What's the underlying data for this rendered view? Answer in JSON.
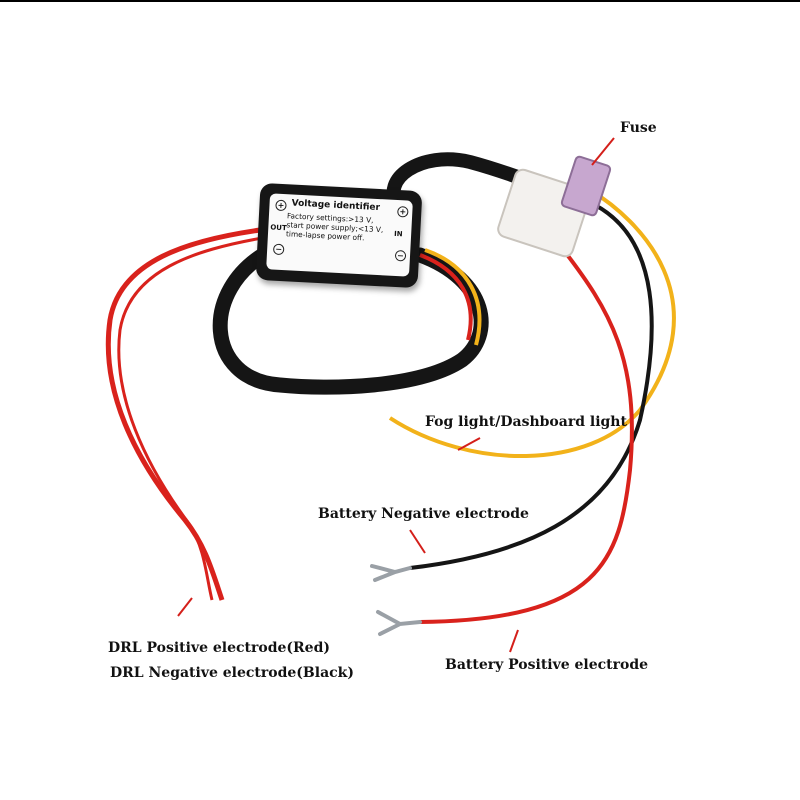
{
  "labels": {
    "fuse": "Fuse",
    "fog_light": "Fog light/Dashboard light",
    "battery_negative": "Battery Negative electrode",
    "battery_positive": "Battery Positive electrode",
    "drl_positive": "DRL Positive electrode(Red)",
    "drl_negative": "DRL Negative electrode(Black)"
  },
  "module": {
    "title": "Voltage identifier",
    "lines": [
      "Factory settings:>13 V,",
      "start power supply;<13 V,",
      "time-lapse power off."
    ],
    "out_label": "OUT",
    "in_label": "IN",
    "plus_symbol": "+",
    "minus_symbol": "−"
  },
  "colors": {
    "red_wire": "#d9221c",
    "black_wire": "#151515",
    "yellow_wire": "#f2b21a",
    "fuse": "#c7a7cf",
    "fuse_holder": "#f3f1ee",
    "annotation": "#d41f1a"
  }
}
